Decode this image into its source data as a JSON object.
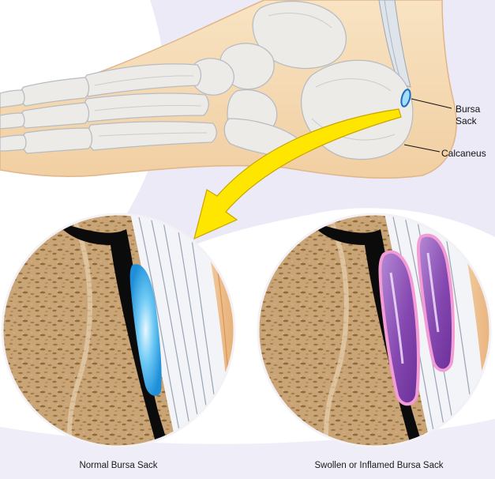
{
  "labels": {
    "bursa_line1": "Bursa",
    "bursa_line2": "Sack",
    "calcaneus": "Calcaneus"
  },
  "captions": {
    "normal": "Normal Bursa Sack",
    "inflamed": "Swollen or Inflamed Bursa Sack"
  },
  "colors": {
    "background_swoosh": "#eceaf6",
    "skin": "#f6ddb6",
    "skin_edge": "#e5b98c",
    "bone": "#ecebe8",
    "bone_shadow": "#c9ccd0",
    "arrow": "#ffe600",
    "arrow_edge": "#c9a400",
    "tissue_base": "#c7a176",
    "tissue_speckle": "#9f7a44",
    "normal_bursa": "#49b6ee",
    "inflamed_bursa": "#8a55b5",
    "inflamed_rim": "#ef9ad2"
  }
}
